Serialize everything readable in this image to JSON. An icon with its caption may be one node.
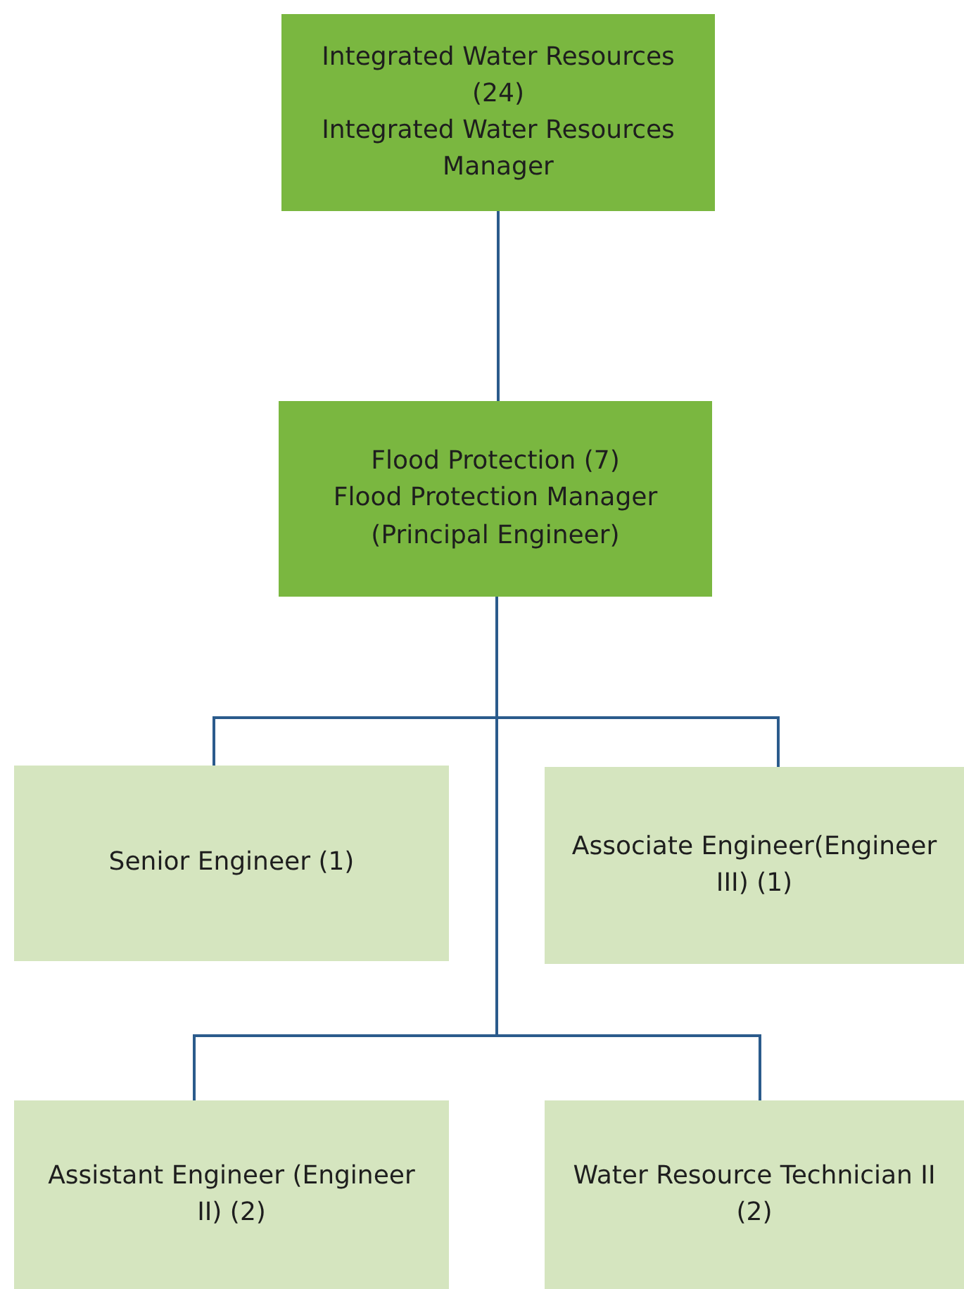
{
  "diagram": {
    "nodes": [
      {
        "text": [
          "Integrated Water Resources (24)",
          "Integrated Water Resources Manager"
        ]
      },
      {
        "text": [
          "Flood Protection (7)",
          "Flood Protection Manager (Principal Engineer)"
        ]
      },
      {
        "text": [
          "Senior Engineer (1)"
        ]
      },
      {
        "text": [
          "Associate Engineer(Engineer III) (1)"
        ]
      },
      {
        "text": [
          "Assistant Engineer (Engineer II)  (2)"
        ]
      },
      {
        "text": [
          "Water Resource Technician II (2)"
        ]
      }
    ],
    "edges": [
      {
        "from": 0,
        "to": 1,
        "arrow": "none"
      },
      {
        "from": 1,
        "to": 2,
        "arrow": "none"
      },
      {
        "from": 1,
        "to": 3,
        "arrow": "none"
      },
      {
        "from": 1,
        "to": 4,
        "arrow": "none"
      },
      {
        "from": 1,
        "to": 5,
        "arrow": "none"
      }
    ]
  }
}
